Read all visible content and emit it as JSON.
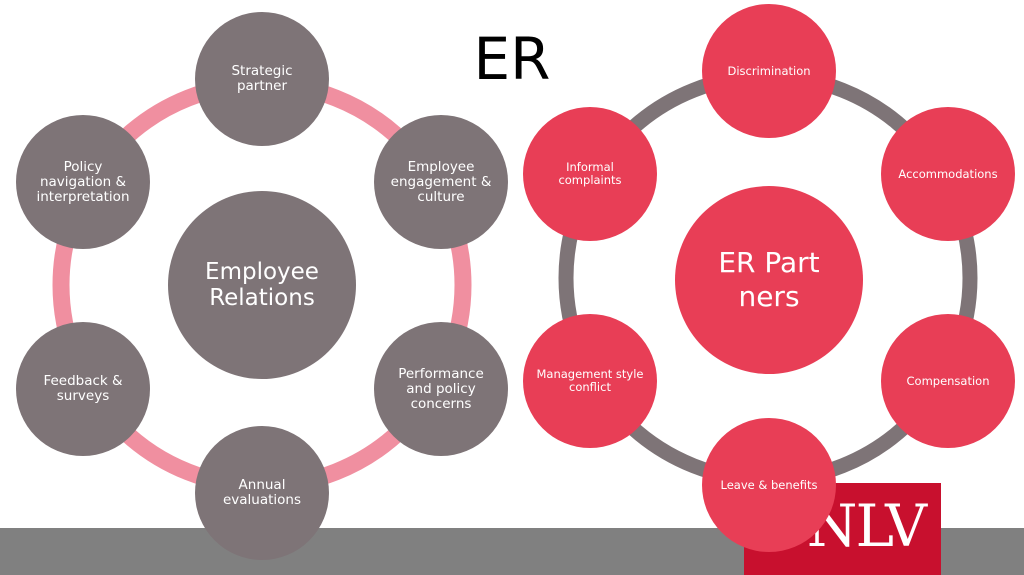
{
  "title": "ER",
  "left_diagram": {
    "center": "Employee Relations",
    "nodes": [
      "Strategic partner",
      "Employee engagement & culture",
      "Performance and policy concerns",
      "Annual evaluations",
      "Feedback & surveys",
      "Policy navigation & interpretation"
    ]
  },
  "right_diagram": {
    "center": "ER Partners",
    "nodes": [
      "Discrimination",
      "Accommodations",
      "Compensation",
      "Leave & benefits",
      "Management style conflict",
      "Informal complaints"
    ]
  },
  "logo": "UNLV",
  "colors": {
    "left_node": "#7e7477",
    "left_ring": "#f08fa0",
    "right_node": "#e83e56",
    "right_ring": "#7e7477",
    "footer": "#808080",
    "logo_bg": "#c8102e"
  }
}
